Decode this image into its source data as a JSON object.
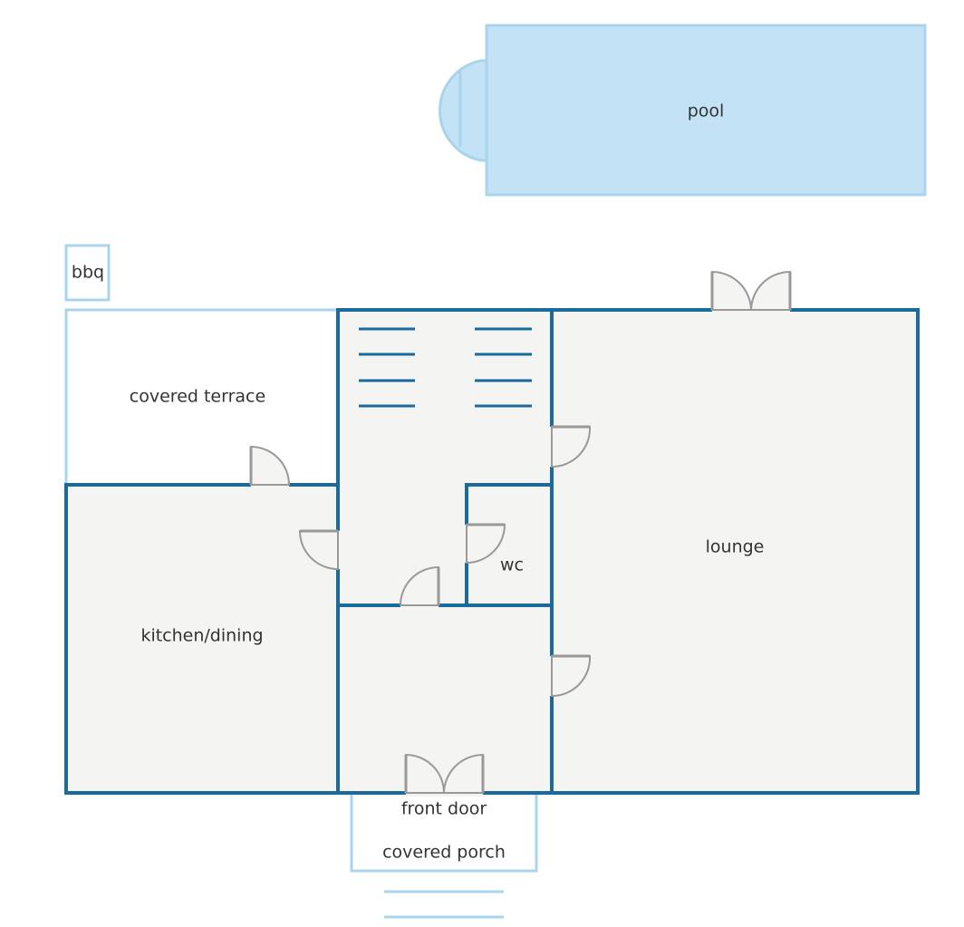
{
  "labels": {
    "pool": "pool",
    "bbq": "bbq",
    "covered_terrace": "covered terrace",
    "kitchen_dining": "kitchen/dining",
    "wc": "wc",
    "lounge": "lounge",
    "front_door": "front door",
    "covered_porch": "covered porch"
  },
  "colors": {
    "wall": "#1b6a9e",
    "outline": "#a8d4ec",
    "pool_fill": "#c3e2f5",
    "floor": "#f4f4f2",
    "door": "#999999",
    "text": "#333333"
  }
}
